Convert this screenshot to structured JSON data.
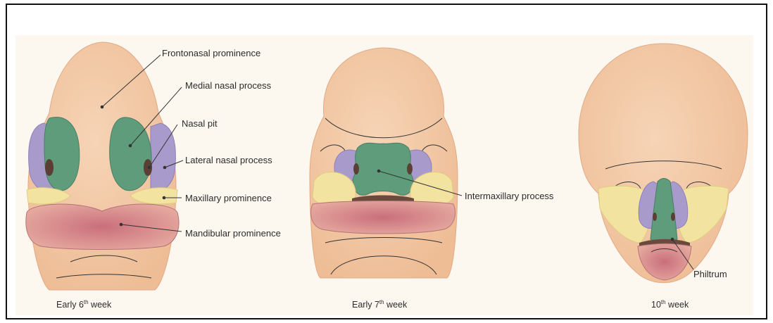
{
  "stages": [
    {
      "caption": "Early 6",
      "caption_sup": "th",
      "caption_tail": " week",
      "labels": {
        "frontonasal": "Frontonasal prominence",
        "medial": "Medial nasal process",
        "nasal_pit": "Nasal pit",
        "lateral": "Lateral nasal process",
        "maxillary": "Maxillary prominence",
        "mandibular": "Mandibular prominence"
      }
    },
    {
      "caption": "Early 7",
      "caption_sup": "th",
      "caption_tail": " week",
      "labels": {
        "intermaxillary": "Intermaxillary process"
      }
    },
    {
      "caption": "10",
      "caption_sup": "th",
      "caption_tail": " week",
      "labels": {
        "philtrum": "Philtrum"
      }
    }
  ],
  "colors": {
    "skin": "#f2c8a4",
    "skin_light": "#f7dcc2",
    "skin_line": "#e2a985",
    "green": "#5e9c7c",
    "purple": "#a89bcc",
    "yellow": "#f3e3a0",
    "mandible": "#d38e8e",
    "mandible_dark": "#c17c80",
    "panel": "#fcf8ef"
  }
}
